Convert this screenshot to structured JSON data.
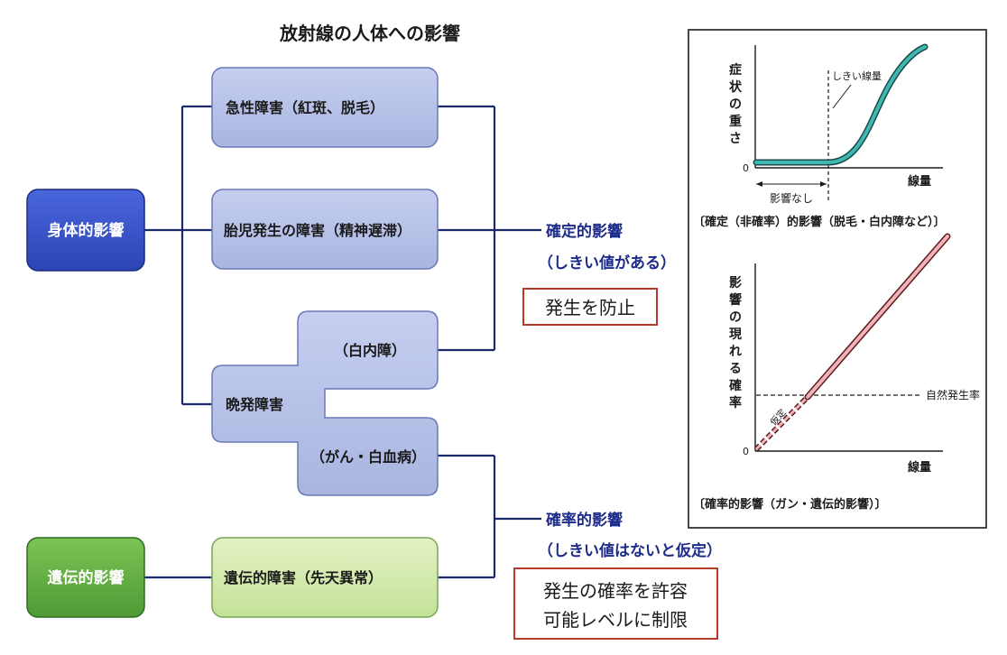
{
  "title": "放射線の人体への影響",
  "colors": {
    "somatic": "#3a55c8",
    "genetic": "#6fb54a",
    "pale_blue": "#b9c3e8",
    "pale_green": "#d6ebb0",
    "line": "#1c2a6b",
    "red_box": "#b53a2a",
    "teal_curve": "#3fb8b0",
    "pink_line": "#f2b3b8"
  },
  "categories": {
    "somatic": "身体的影響",
    "genetic": "遺伝的影響"
  },
  "boxes": {
    "acute": "急性障害（紅斑、脱毛）",
    "fetal": "胎児発生の障害（精神遅滞）",
    "cataract": "（白内障）",
    "late": "晩発障害",
    "cancer": "（がん・白血病）",
    "hereditary": "遺伝的障害（先天異常）"
  },
  "effects": {
    "deterministic": {
      "label": "確定的影響",
      "note": "（しきい値がある）",
      "action": "発生を防止"
    },
    "stochastic": {
      "label": "確率的影響",
      "note": "（しきい値はないと仮定）",
      "action_line1": "発生の確率を許容",
      "action_line2": "可能レベルに制限"
    }
  },
  "graph_top": {
    "ylabel_chars": [
      "症",
      "状",
      "の",
      "重",
      "さ"
    ],
    "xlabel": "線量",
    "origin": "0",
    "threshold_label": "しきい線量",
    "no_effect_label": "影響なし",
    "caption": "〔確定（非確率）的影響（脱毛・白内障など）〕"
  },
  "graph_bottom": {
    "ylabel_chars": [
      "影",
      "響",
      "の",
      "現",
      "れ",
      "る",
      "確",
      "率"
    ],
    "xlabel": "線量",
    "origin": "0",
    "baseline_label": "自然発生率",
    "assumed_label": "仮定",
    "caption": "〔確率的影響（ガン・遺伝的影響）〕"
  }
}
